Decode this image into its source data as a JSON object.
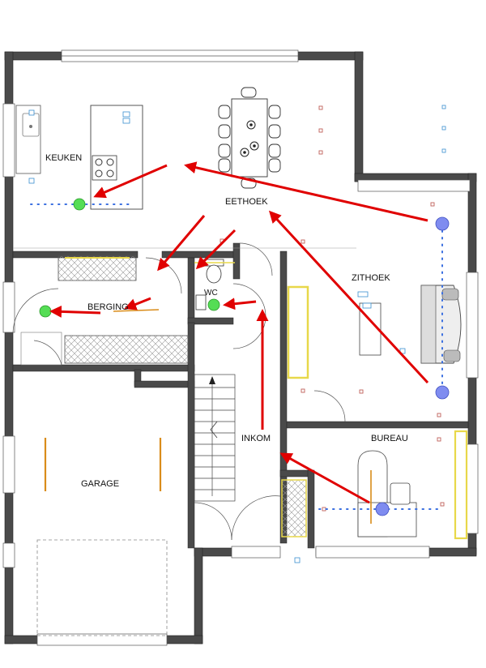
{
  "rooms": {
    "keuken": "KEUKEN",
    "eethoek": "EETHOEK",
    "zithoek": "ZITHOEK",
    "berging": "BERGING",
    "wc": "WC",
    "inkom": "INKOM",
    "bureau": "BUREAU",
    "garage": "GARAGE"
  },
  "colors": {
    "wall": "#444444",
    "arrow": "#e00000",
    "sensor_blue": "#7f8cf0",
    "sensor_green": "#55dd55",
    "cable_dot": "#3a6fe0",
    "furniture_line": "#333333",
    "accent_yellow": "#e8d84a",
    "accent_orange": "#d98c1a"
  },
  "icons": {
    "sensor_blue": "presence-sensor-blue-icon",
    "sensor_green": "presence-sensor-green-icon",
    "socket": "wall-socket-icon",
    "dual_socket": "dual-outlet-icon"
  }
}
